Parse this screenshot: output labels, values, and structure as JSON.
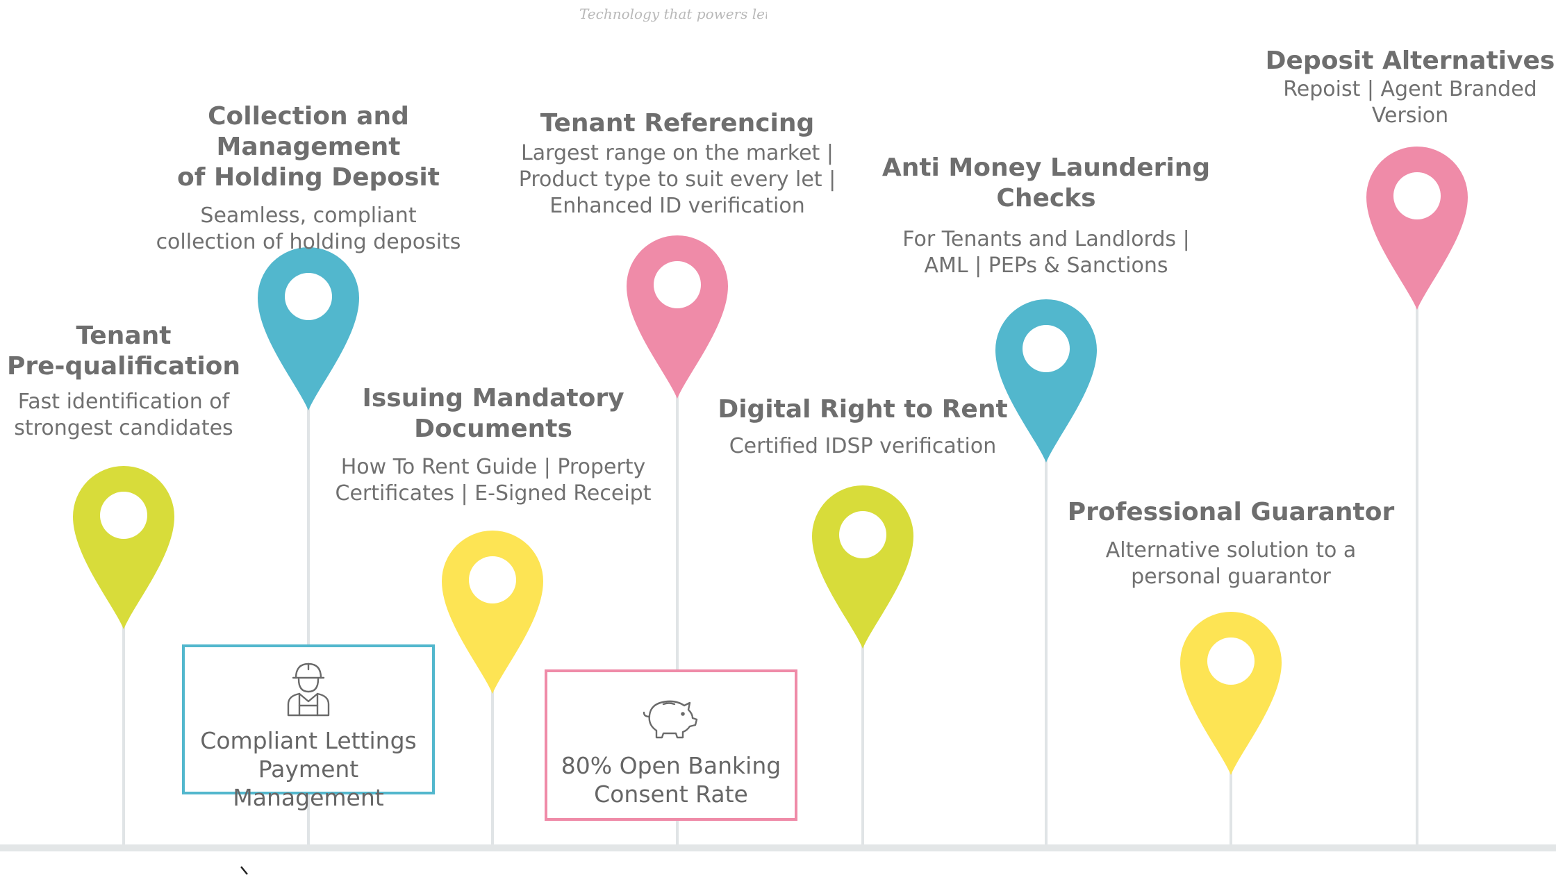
{
  "header": {
    "caption": "Technology that powers lettings"
  },
  "colors": {
    "teal": "#52b7cd",
    "pink": "#ef8ba8",
    "lime": "#d8dc3a",
    "yellow": "#fde454",
    "stem": "#e0e4e6"
  },
  "milestones": [
    {
      "title": "Tenant\nPre-qualification",
      "desc": "Fast identification of\nstrongest candidates",
      "pin_color": "lime"
    },
    {
      "title": "Collection and Management\nof  Holding Deposit",
      "desc": "Seamless, compliant\ncollection of holding deposits",
      "pin_color": "teal"
    },
    {
      "title": "Issuing  Mandatory\nDocuments",
      "desc": "How To Rent Guide | Property\nCertificates | E-Signed Receipt",
      "pin_color": "yellow"
    },
    {
      "title": "Tenant Referencing",
      "desc": "Largest range on the market |\nProduct type to suit every let |\nEnhanced ID verification",
      "pin_color": "pink"
    },
    {
      "title": "Digital Right to Rent",
      "desc": "Certified IDSP verification",
      "pin_color": "lime"
    },
    {
      "title": "Anti Money Laundering\nChecks",
      "desc": "For Tenants and Landlords |\nAML | PEPs & Sanctions",
      "pin_color": "teal"
    },
    {
      "title": "Professional Guarantor",
      "desc": "Alternative solution to a\npersonal guarantor",
      "pin_color": "yellow"
    },
    {
      "title": "Deposit Alternatives",
      "desc": "Repoist | Agent Branded\nVersion",
      "pin_color": "pink"
    }
  ],
  "callouts": [
    {
      "label": "Compliant Lettings\nPayment Management",
      "icon": "worker-icon",
      "border_color": "teal"
    },
    {
      "label": "80% Open Banking\nConsent Rate",
      "icon": "piggy-bank-icon",
      "border_color": "pink"
    }
  ]
}
